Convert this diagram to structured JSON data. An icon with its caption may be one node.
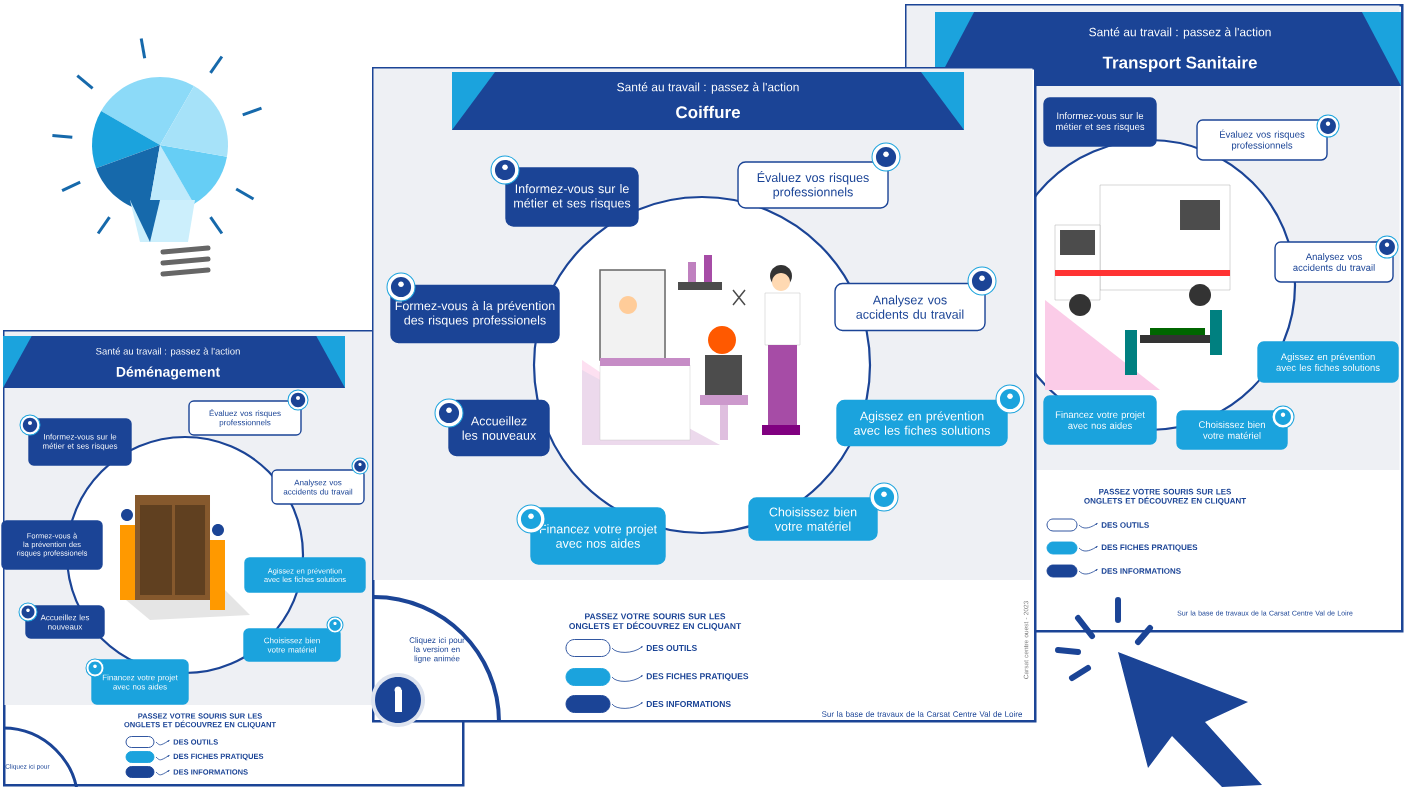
{
  "diagram": {
    "nodes": [
      {
        "text": [
          "Santé au travail : passez à l'action",
          "Déménagement"
        ]
      },
      {
        "text": [
          "Informez-vous sur le métier et ses risques"
        ],
        "in": 0
      },
      {
        "text": [
          "Évaluez vos risques professionnels"
        ],
        "in": 0
      },
      {
        "text": [
          "Formez-vous à la prévention des risques professionels"
        ],
        "in": 0
      },
      {
        "text": [
          "Analysez vos accidents du travail"
        ],
        "in": 0
      },
      {
        "text": [
          "Accueillez les nouveaux"
        ],
        "in": 0
      },
      {
        "text": [
          "Agissez en prévention avec les fiches solutions"
        ],
        "in": 0
      },
      {
        "text": [
          "Financez votre projet avec nos aides"
        ],
        "in": 0
      },
      {
        "text": [
          "Choisissez bien votre matériel"
        ],
        "in": 0
      },
      {
        "text": [
          "Santé au travail : passez à l'action",
          "Coiffure"
        ]
      },
      {
        "text": [
          "Informez-vous sur le métier et ses risques"
        ],
        "in": 9
      },
      {
        "text": [
          "Évaluez vos risques professionnels"
        ],
        "in": 9
      },
      {
        "text": [
          "Formez-vous à la prévention des risques professionels"
        ],
        "in": 9
      },
      {
        "text": [
          "Analysez vos accidents du travail"
        ],
        "in": 9
      },
      {
        "text": [
          "Accueillez les nouveaux"
        ],
        "in": 9
      },
      {
        "text": [
          "Agissez en prévention avec les fiches solutions"
        ],
        "in": 9
      },
      {
        "text": [
          "Financez votre projet avec nos aides"
        ],
        "in": 9
      },
      {
        "text": [
          "Choisissez bien votre matériel"
        ],
        "in": 9
      },
      {
        "text": [
          "Santé au travail : passez à l'action",
          "Transport Sanitaire"
        ]
      },
      {
        "text": [
          "Informez-vous sur le métier et ses risques"
        ],
        "in": 18
      },
      {
        "text": [
          "Évaluez vos risques professionnels"
        ],
        "in": 18
      },
      {
        "text": [
          "Analysez vos accidents du travail"
        ],
        "in": 18
      },
      {
        "text": [
          "Agissez en prévention avec les fiches solutions"
        ],
        "in": 18
      },
      {
        "text": [
          "Financez votre projet avec nos aides"
        ],
        "in": 18
      },
      {
        "text": [
          "Choisissez bien votre matériel"
        ],
        "in": 18
      }
    ],
    "labels": [
      "PASSEZ VOTRE SOURIS SUR LES ONGLETS ET DÉCOUVREZ EN CLIQUANT",
      "Cliquez ici pour",
      "PASSEZ VOTRE SOURIS SUR LES ONGLETS ET DÉCOUVREZ EN CLIQUANT",
      "Cliquez ici pour la version en ligne animée",
      "Carsat centre ouest - 2023",
      "Sur la base de travaux de la Carsat Centre Val de Loire",
      "PASSEZ VOTRE SOURIS SUR LES ONGLETS ET DÉCOUVREZ EN CLIQUANT",
      "Sur la base de travaux de la Carsat Centre Val de Loire"
    ],
    "legend": [
      {
        "text": "DES OUTILS"
      },
      {
        "text": "DES FICHES PRATIQUES",
        "color": "#1ba3dd"
      },
      {
        "text": "DES INFORMATIONS",
        "color": "#1b4496"
      },
      {
        "text": "DES OUTILS"
      },
      {
        "text": "DES FICHES PRATIQUES",
        "color": "#1ba3dd"
      },
      {
        "text": "DES INFORMATIONS",
        "color": "#1b4496"
      },
      {
        "text": "DES OUTILS"
      },
      {
        "text": "DES FICHES PRATIQUES",
        "color": "#1ba3dd"
      },
      {
        "text": "DES INFORMATIONS",
        "color": "#1b4496"
      }
    ]
  }
}
